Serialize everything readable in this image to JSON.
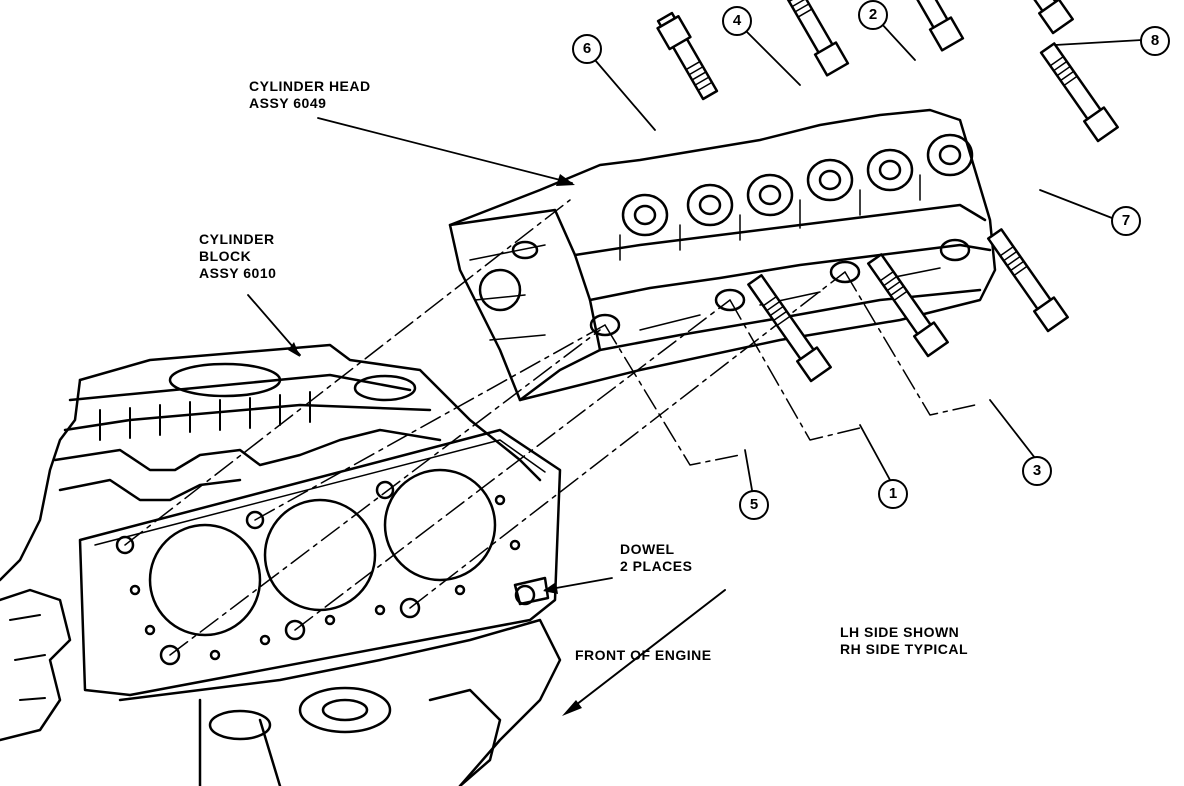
{
  "labels": {
    "cylinder_head_line1": "CYLINDER HEAD",
    "cylinder_head_line2": "ASSY 6049",
    "cylinder_block_line1": "CYLINDER",
    "cylinder_block_line2": "BLOCK",
    "cylinder_block_line3": "ASSY 6010",
    "dowel_line1": "DOWEL",
    "dowel_line2": "2 PLACES",
    "front_of_engine": "FRONT OF ENGINE",
    "side_line1": "LH SIDE SHOWN",
    "side_line2": "RH SIDE TYPICAL"
  },
  "bolt_callouts": [
    "1",
    "2",
    "3",
    "4",
    "5",
    "6",
    "7",
    "8"
  ],
  "colors": {
    "ink": "#000000",
    "paper": "#ffffff"
  }
}
